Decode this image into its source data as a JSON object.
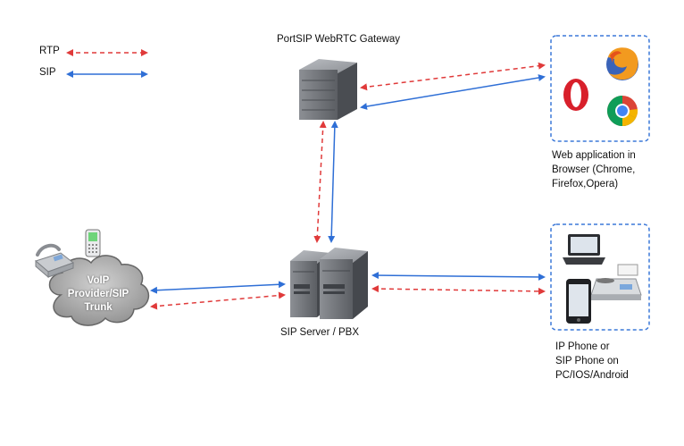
{
  "legend": {
    "rtp_label": "RTP",
    "sip_label": "SIP"
  },
  "nodes": {
    "gateway_label": "PortSIP WebRTC Gateway",
    "browser_label_lines": [
      "Web application in",
      "Browser (Chrome,",
      "Firefox,Opera)"
    ],
    "cloud_label_lines": [
      "VoIP",
      "Provider/SIP",
      "Trunk"
    ],
    "server_label": "SIP Server / PBX",
    "phones_label_lines": [
      "IP Phone or",
      "SIP Phone on",
      "PC/IOS/Android"
    ]
  },
  "colors": {
    "rtp": "#e03a3a",
    "sip": "#2f6fd6",
    "box_border": "#3b78d8",
    "server_body": "#6e7075"
  },
  "icons": [
    "firefox-icon",
    "opera-icon",
    "chrome-icon",
    "laptop-icon",
    "fax-icon",
    "smartphone-icon",
    "desk-phone-icon",
    "mobile-phone-icon",
    "server-icon"
  ]
}
